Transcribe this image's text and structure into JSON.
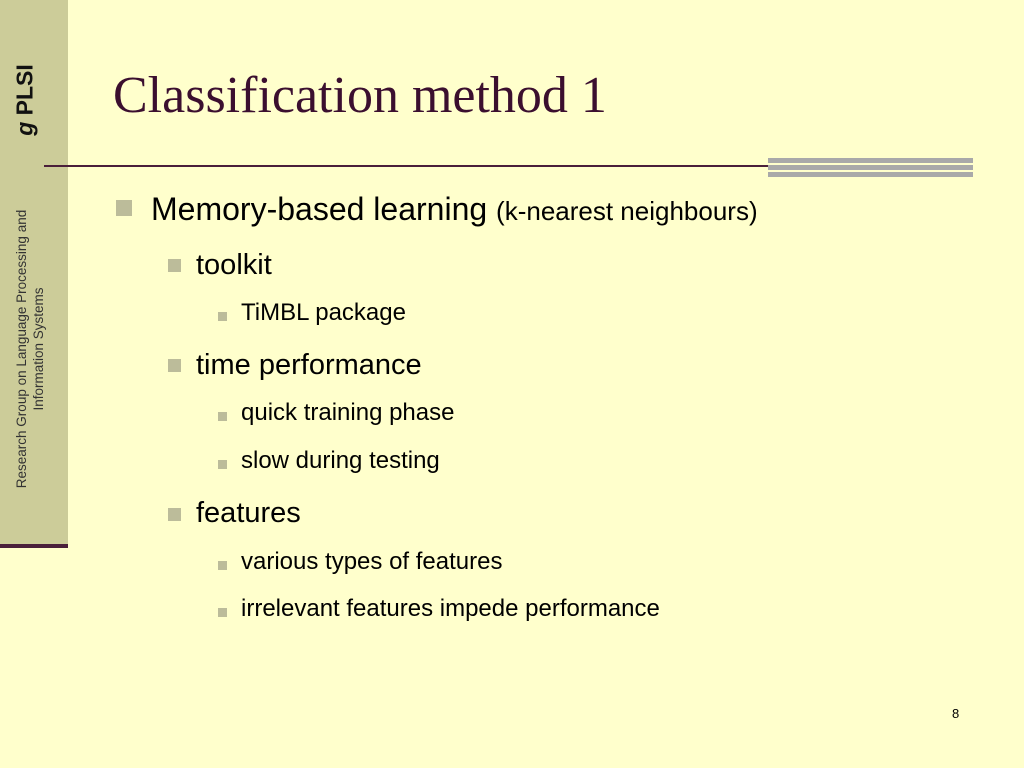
{
  "sidebar": {
    "logo_g": "g",
    "logo_text": "PLSI",
    "vertical_line1": "Research Group on Language Processing and",
    "vertical_line2": "Information Systems"
  },
  "slide": {
    "title": "Classification method 1",
    "bullets": {
      "main": "Memory-based learning",
      "main_sub": "(k-nearest neighbours)",
      "toolkit": "toolkit",
      "timbl": "TiMBL package",
      "time_perf": "time performance",
      "quick": "quick training phase",
      "slow": "slow during testing",
      "features": "features",
      "various": "various types of features",
      "irrelevant": "irrelevant features impede performance"
    },
    "page_number": "8"
  },
  "colors": {
    "background": "#ffffcc",
    "sidebar": "#cccc99",
    "title": "#3b0f2f",
    "rule": "#4a1f3a",
    "bullet": "#bcbc9a"
  }
}
